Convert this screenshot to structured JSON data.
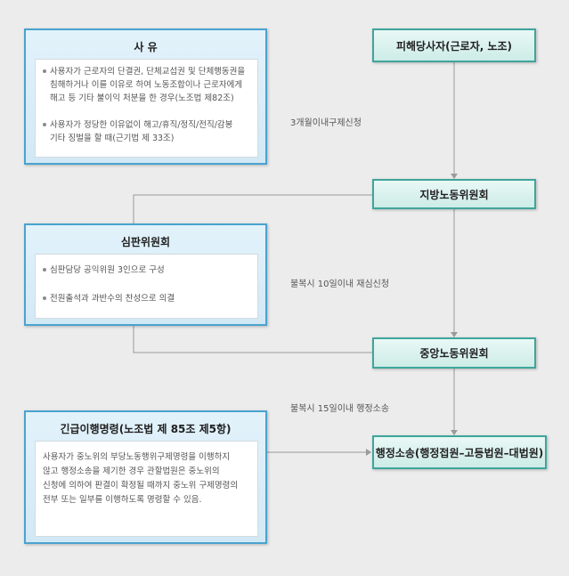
{
  "reason": {
    "title": "사 유",
    "bullets": [
      [
        "사용자가 근로자의 단결권, 단체교섭권 및 단체행동권을",
        "침해하거나 이를 이유로 하여 노동조합이나 근로자에게",
        "해고 등 기타 불이익 처분을 한 경우(노조법 제82조)"
      ],
      [
        "사용자가 정당한 이유없이 해고/휴직/정직/전직/감봉",
        "기타 징벌을 할 때(근기법 제 33조)"
      ]
    ]
  },
  "tribunal": {
    "title": "심판위원회",
    "bullets": [
      [
        "심판담당 공익위원 3인으로 구성"
      ],
      [
        "전원출석과 과반수의 찬성으로 의결"
      ]
    ]
  },
  "emergency": {
    "title": "긴급이행명령(노조법 제 85조 제5항)",
    "lines": [
      "사용자가 중노위의 부당노동행위구제명령을 이행하지",
      "않고 행정소송을 제기한 경우 관할법원은 중노위의",
      "신청에 의하여 판결이 확정될 때까지 중노위 구제명령의",
      "전부 또는 일부를 이행하도록 명령할 수 있음."
    ]
  },
  "nodes": {
    "party": "피해당사자(근로자, 노조)",
    "local": "지방노동위원회",
    "central": "중앙노동위원회",
    "lawsuit": "행정소송(행정접원–고등법원–대법원)"
  },
  "labels": {
    "step1": "3개월이내구제신청",
    "step2": "불복시 10일이내 재심신청",
    "step3": "불복시 15일이내 행정소송"
  }
}
